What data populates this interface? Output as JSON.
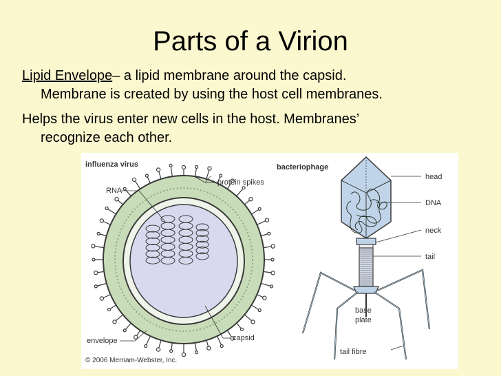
{
  "title": "Parts of a Virion",
  "para1": {
    "term": "Lipid Envelope",
    "definition": "– a lipid membrane around the capsid.",
    "continuation": "Membrane is created by using the host cell membranes."
  },
  "para2": {
    "line1": "Helps the virus enter new cells in the host. Membranes’",
    "line2": "recognize each other."
  },
  "figure": {
    "influenza": {
      "title": "influenza virus",
      "labels": {
        "rna": "RNA",
        "spikes": "protein spikes",
        "envelope": "envelope",
        "capsid": "capsid"
      }
    },
    "phage": {
      "title": "bacteriophage",
      "labels": {
        "head": "head",
        "dna": "DNA",
        "neck": "neck",
        "tail": "tail",
        "base_plate_1": "base",
        "base_plate_2": "plate",
        "tail_fibre": "tail fibre"
      }
    },
    "copyright": "© 2006 Merriam-Webster, Inc.",
    "colors": {
      "envelope": "#c9dcb9",
      "capsid_fill": "#d8d9ee",
      "capsid_ring": "#f1f4ea",
      "stroke": "#3a3a3a",
      "phage_head": "#bfd4e8",
      "tail_sheath": "#d7dde6"
    }
  }
}
